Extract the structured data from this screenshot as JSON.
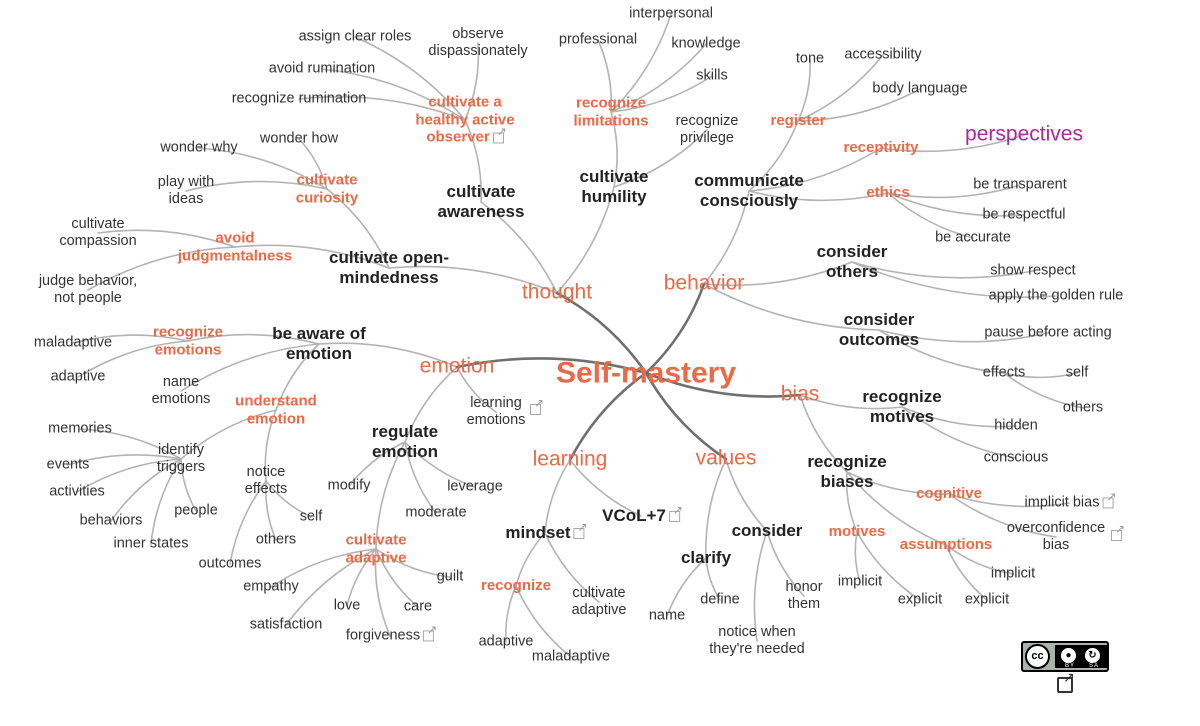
{
  "center": "Self-mastery",
  "thought": {
    "label": "thought",
    "cultivate_awareness": {
      "label": "cultivate awareness",
      "cultivate_observer": {
        "label": "cultivate a healthy active observer",
        "items": [
          "assign clear roles",
          "observe dispassionately",
          "avoid rumination",
          "recognize rumination"
        ]
      }
    },
    "cultivate_humility": {
      "label": "cultivate humility",
      "recognize_limitations": {
        "label": "recognize limitations",
        "items": [
          "interpersonal",
          "professional",
          "knowledge",
          "skills"
        ]
      },
      "recognize_privilege": "recognize privilege"
    },
    "open_mindedness": {
      "label": "cultivate open-mindedness",
      "curiosity": {
        "label": "cultivate curiosity",
        "items": [
          "wonder how",
          "wonder why",
          "play with ideas"
        ]
      },
      "judgmentalness": {
        "label": "avoid judgmentalness",
        "items": [
          "cultivate compassion",
          "judge behavior, not people"
        ]
      }
    }
  },
  "behavior": {
    "label": "behavior",
    "communicate": {
      "label": "communicate consciously",
      "register": {
        "label": "register",
        "items": [
          "tone",
          "accessibility",
          "body language"
        ]
      },
      "receptivity": {
        "label": "receptivity",
        "perspectives": "perspectives"
      },
      "ethics": {
        "label": "ethics",
        "items": [
          "be transparent",
          "be respectful",
          "be accurate"
        ]
      }
    },
    "consider_others": {
      "label": "consider others",
      "items": [
        "show respect",
        "apply the golden rule"
      ]
    },
    "consider_outcomes": {
      "label": "consider outcomes",
      "pause": "pause before acting",
      "effects": {
        "label": "effects",
        "items": [
          "self",
          "others"
        ]
      }
    }
  },
  "emotion": {
    "label": "emotion",
    "aware": {
      "label": "be aware of emotion",
      "recognize_emotions": {
        "label": "recognize emotions",
        "items": [
          "maladaptive",
          "adaptive"
        ]
      },
      "name_emotions": "name emotions",
      "understand": {
        "label": "understand emotion",
        "identify_triggers": {
          "label": "identify triggers",
          "items": [
            "memories",
            "events",
            "activities",
            "behaviors",
            "inner states",
            "people"
          ]
        },
        "notice_effects": {
          "label": "notice effects",
          "items": [
            "self",
            "others",
            "outcomes"
          ]
        }
      }
    },
    "learning_emotions": "learning emotions",
    "regulate": {
      "label": "regulate emotion",
      "items": [
        "modify",
        "leverage",
        "moderate"
      ],
      "cultivate_adaptive": {
        "label": "cultivate adaptive",
        "items": [
          "empathy",
          "guilt",
          "love",
          "care",
          "satisfaction",
          "forgiveness"
        ]
      }
    }
  },
  "learning": {
    "label": "learning",
    "vcol": "VCoL+7",
    "mindset": {
      "label": "mindset",
      "recognize": {
        "label": "recognize",
        "items": [
          "adaptive",
          "maladaptive"
        ]
      },
      "cultivate_adaptive": "cultivate adaptive"
    }
  },
  "values": {
    "label": "values",
    "clarify": {
      "label": "clarify",
      "items": [
        "name",
        "define"
      ]
    },
    "consider": {
      "label": "consider",
      "items": [
        "notice when they're needed",
        "honor them"
      ]
    }
  },
  "bias": {
    "label": "bias",
    "recognize_motives": {
      "label": "recognize motives",
      "items": [
        "hidden",
        "conscious"
      ]
    },
    "recognize_biases": {
      "label": "recognize biases",
      "cognitive": {
        "label": "cognitive",
        "items": [
          "implicit bias",
          "overconfidence bias"
        ]
      },
      "motives": {
        "label": "motives",
        "items": [
          "implicit",
          "explicit"
        ]
      },
      "assumptions": {
        "label": "assumptions",
        "items": [
          "implicit",
          "explicit"
        ]
      }
    }
  },
  "license": {
    "cc": "cc",
    "by": "BY",
    "sa": "SA"
  },
  "colors": {
    "accent": "#ea6a47",
    "dark": "#222222",
    "link": "#b0269c",
    "line": "#b3b3b3"
  }
}
